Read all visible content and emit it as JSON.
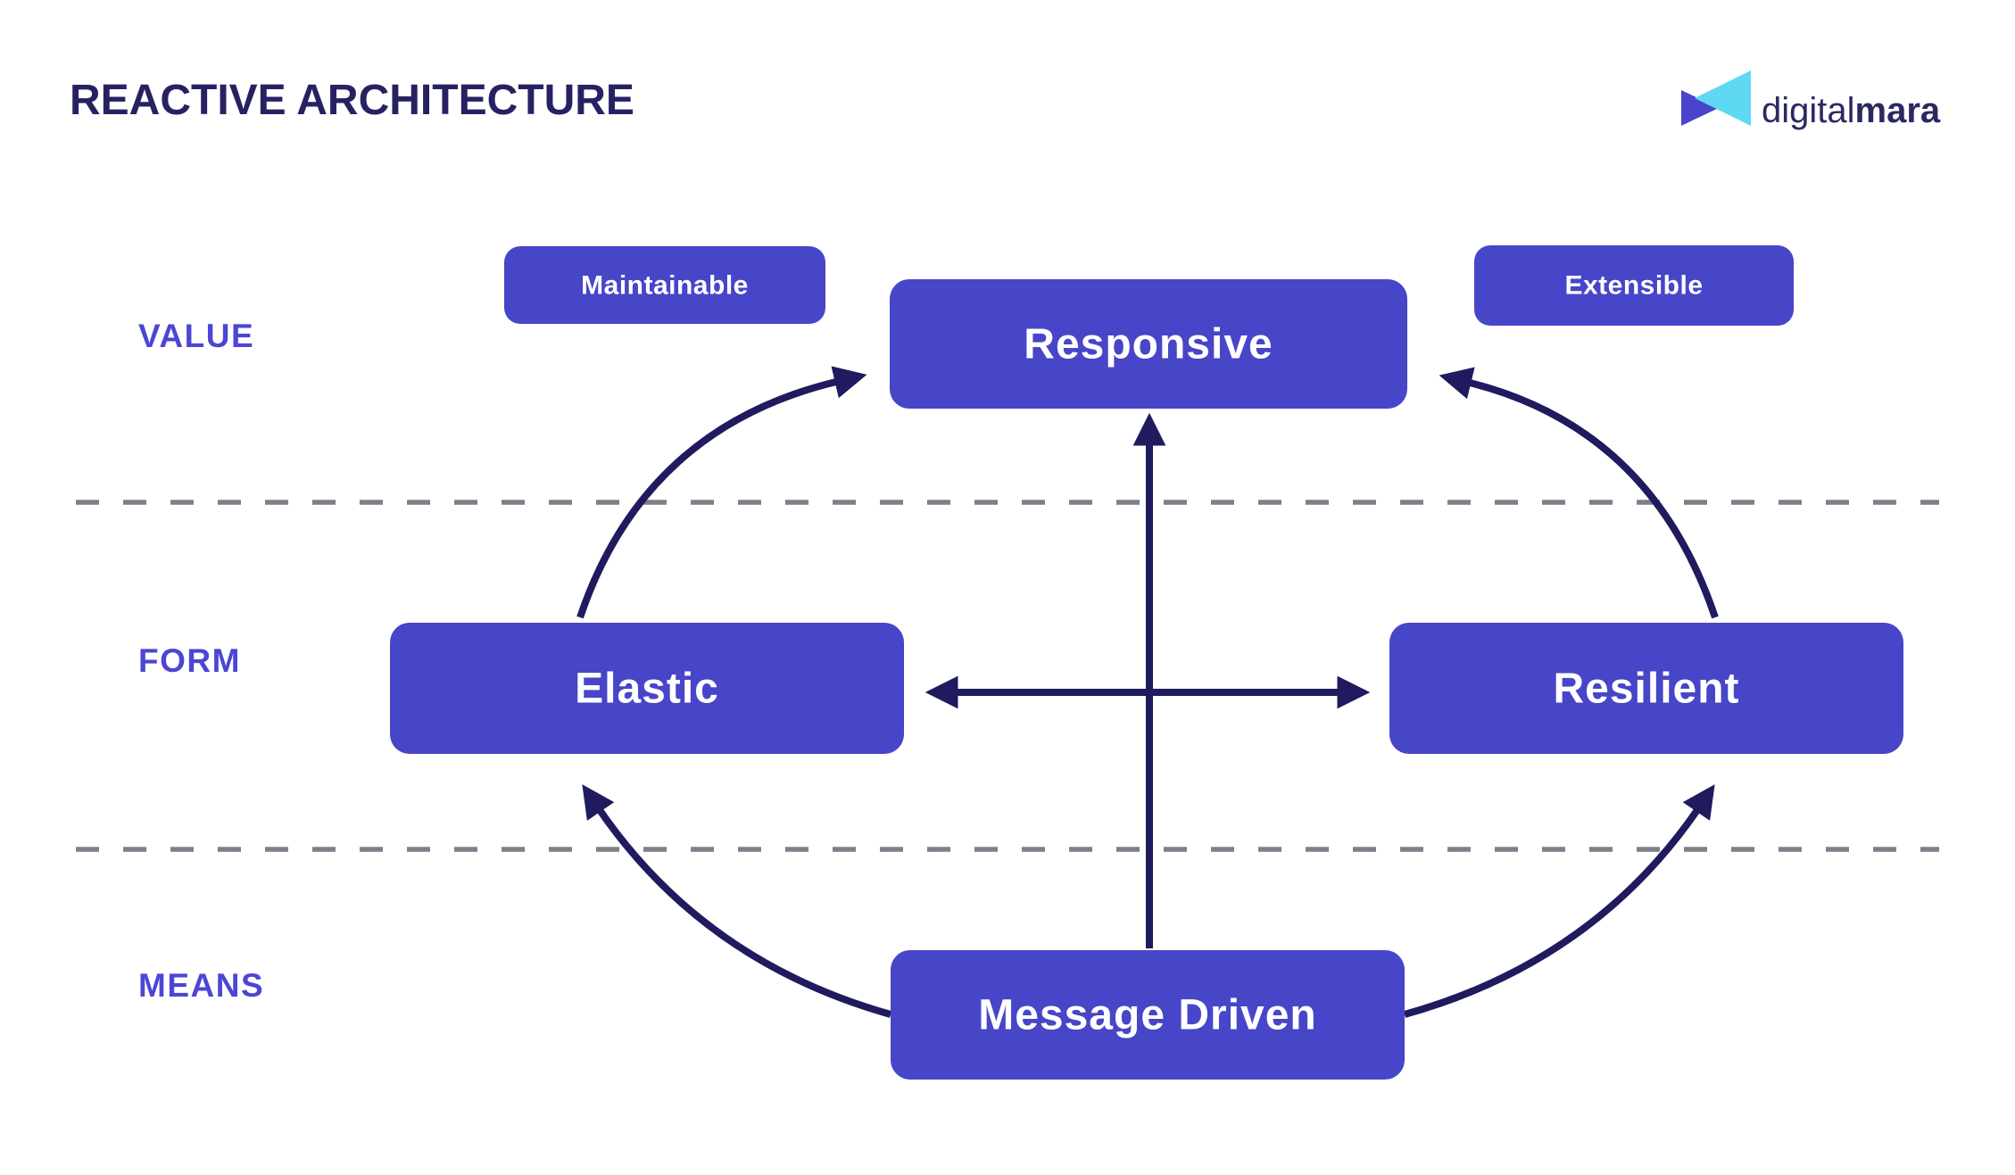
{
  "header": {
    "title": "REACTIVE ARCHITECTURE",
    "logo": {
      "regular": "digital",
      "bold": "mara",
      "icon": "digitalmara-triangles-icon"
    }
  },
  "row_labels": {
    "value": "VALUE",
    "form": "FORM",
    "means": "MEANS"
  },
  "nodes": {
    "maintainable": {
      "label": "Maintainable"
    },
    "extensible": {
      "label": "Extensible"
    },
    "responsive": {
      "label": "Responsive"
    },
    "elastic": {
      "label": "Elastic"
    },
    "resilient": {
      "label": "Resilient"
    },
    "message_driven": {
      "label": "Message Driven"
    }
  },
  "connections": [
    {
      "from": "message_driven",
      "to": "responsive",
      "type": "straight-arrow-up"
    },
    {
      "from": "elastic",
      "to": "resilient",
      "type": "double-headed-horizontal-arrow"
    },
    {
      "from": "elastic",
      "to": "responsive",
      "type": "curved-arrow"
    },
    {
      "from": "resilient",
      "to": "responsive",
      "type": "curved-arrow"
    },
    {
      "from": "message_driven",
      "to": "elastic",
      "type": "curved-arrow"
    },
    {
      "from": "message_driven",
      "to": "resilient",
      "type": "curved-arrow"
    }
  ],
  "colors": {
    "box": "#4745c8",
    "arrow": "#1f1b5e",
    "title": "#262262",
    "row_label": "#4b46d4",
    "dashed": "#7f7f8a",
    "logo_navy": "#2b2963",
    "logo_cyan": "#5fd8f3",
    "logo_indigo": "#4a43cc",
    "box_text": "#ffffff",
    "background": "#ffffff"
  }
}
